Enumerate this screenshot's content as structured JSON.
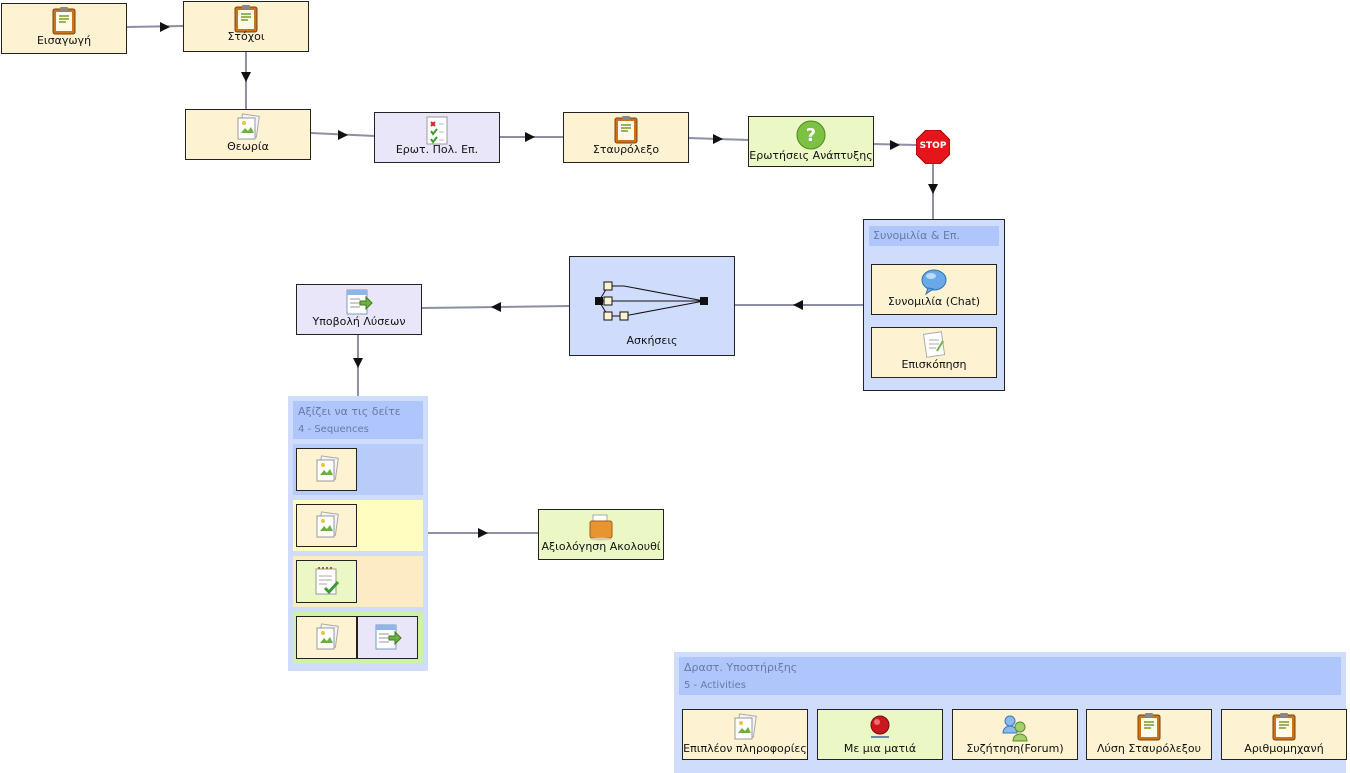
{
  "nodes": {
    "intro": "Εισαγωγή",
    "goals": "Στόχοι",
    "theory": "Θεωρία",
    "mcq": "Ερωτ. Πολ. Επ.",
    "crossword": "Σταυρόλεξο",
    "essay": "Ερωτήσεις Ανάπτυξης",
    "stop": "STOP",
    "exercises": "Ασκήσεις",
    "submit": "Υποβολή Λύσεων",
    "evaluation": "Αξιολόγηση Ακολουθί"
  },
  "chat_group": {
    "title": "Συνομιλία & Επ.",
    "chat": "Συνομιλία (Chat)",
    "review": "Επισκόπηση"
  },
  "seq_group": {
    "title": "Αξίζει να τις δείτε",
    "subtitle": "4 - Sequences"
  },
  "support_group": {
    "title": "Δραστ. Υποστήριξης",
    "subtitle": "5 - Activities",
    "items": [
      "Επιπλέον πληροφορίες",
      "Με μια ματιά",
      "Συζήτηση(Forum)",
      "Λύση Σταυρόλεξου",
      "Αριθμομηχανή"
    ]
  },
  "colors": {
    "cream": "#fdf2d2",
    "lilac": "#e8e6f8",
    "lime": "#ebf7c4",
    "blue": "#cfdcfb",
    "group_header": "#aec6fb",
    "stop_red": "#e4151b"
  },
  "icons": {
    "notebook": "notebook-icon",
    "picture": "picture-page-icon",
    "quiz": "quiz-icon",
    "question": "question-icon",
    "stop": "stop-sign-icon",
    "branch": "branching-icon",
    "submit": "submit-files-icon",
    "chat": "chat-bubble-icon",
    "review": "notes-icon",
    "checklist": "checklist-icon",
    "folder": "folder-icon",
    "glance": "red-dot-icon",
    "forum": "forum-users-icon"
  }
}
